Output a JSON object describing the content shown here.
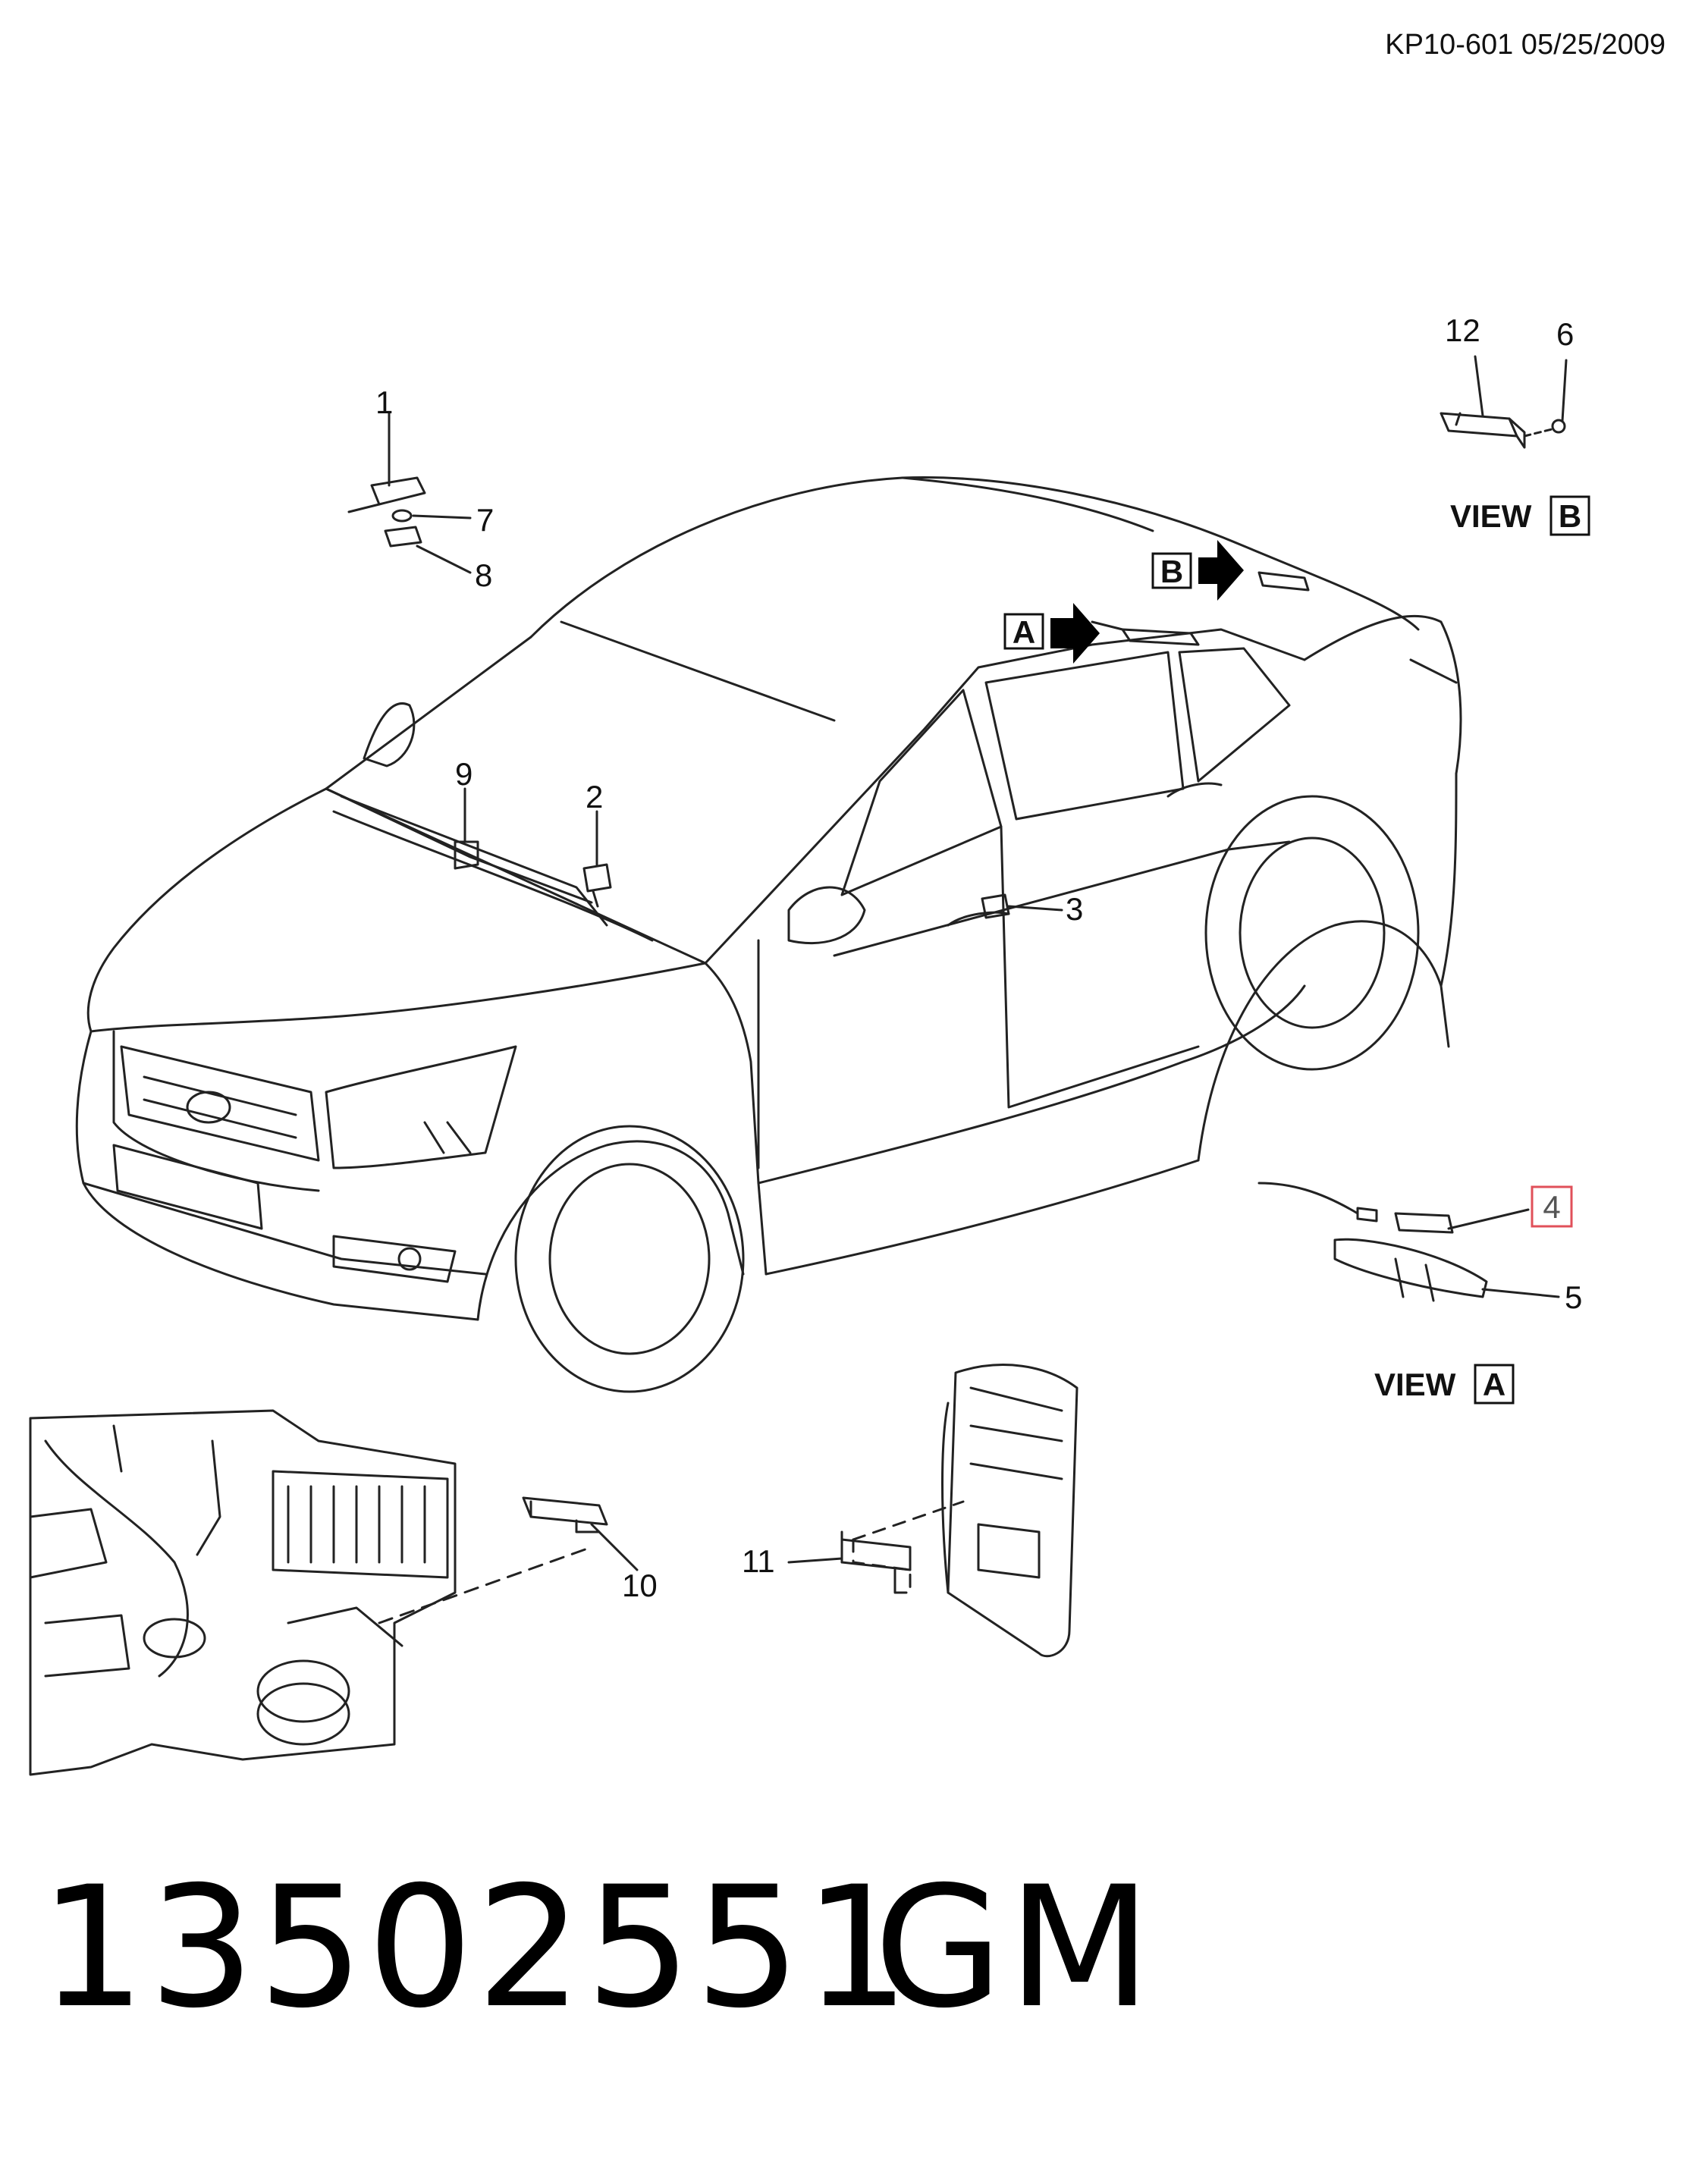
{
  "header": {
    "doc_code": "KP10-601 05/25/2009"
  },
  "footer": {
    "part_number": "13502551",
    "manufacturer": "GM"
  },
  "views": [
    {
      "word": "VIEW",
      "letter": "B"
    },
    {
      "word": "VIEW",
      "letter": "A"
    }
  ],
  "view_markers": [
    "A",
    "B"
  ],
  "callouts": [
    "1",
    "2",
    "3",
    "4",
    "5",
    "6",
    "7",
    "8",
    "9",
    "10",
    "11",
    "12"
  ],
  "highlight_color": "#e0505a"
}
